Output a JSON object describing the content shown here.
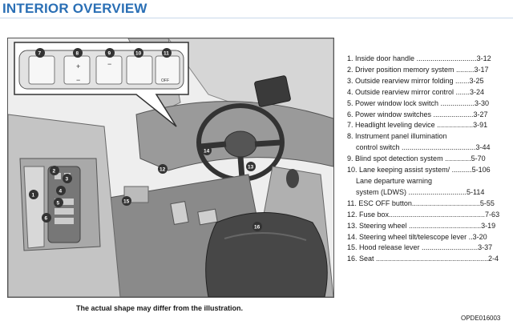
{
  "page": {
    "title": "INTERIOR OVERVIEW",
    "caption": "The actual shape may differ from the illustration.",
    "image_code": "OPDE016003"
  },
  "illustration": {
    "callouts": {
      "c1": "1",
      "c2": "2",
      "c3": "3",
      "c4": "4",
      "c5": "5",
      "c6": "6",
      "c7": "7",
      "c8": "8",
      "c9": "9",
      "c10": "10",
      "c11": "11",
      "c12": "12",
      "c13": "13",
      "c14": "14",
      "c15": "15",
      "c16": "16"
    },
    "switch_text": "OFF"
  },
  "legend": {
    "items": [
      {
        "line1": "1. Inside door handle ..............................3-12"
      },
      {
        "line1": "2. Driver position memory system .........3-17"
      },
      {
        "line1": "3. Outside rearview mirror folding .......3-25"
      },
      {
        "line1": "4. Outside rearview mirror control .......3-24"
      },
      {
        "line1": "5. Power window lock switch .................3-30"
      },
      {
        "line1": "6. Power window switches ....................3-27"
      },
      {
        "line1": "7. Headlight leveling device ..................3-91"
      },
      {
        "line1": "8. Instrument panel illumination",
        "line2": "control switch .....................................3-44"
      },
      {
        "line1": "9. Blind spot detection system .............5-70"
      },
      {
        "line1": "10. Lane keeping assist system/ ..........5-106",
        "line2": "Lane departure warning",
        "line3": "system (LDWS) .............................5-114"
      },
      {
        "line1": "11. ESC OFF button..................................5-55"
      },
      {
        "line1": "12. Fuse box................................................7-63"
      },
      {
        "line1": "13. Steering wheel ....................................3-19"
      },
      {
        "line1": "14. Steering wheel tilt/telescope lever ..3-20"
      },
      {
        "line1": "15. Hood release lever ............................3-37"
      },
      {
        "line1": "16. Seat ........................................................2-4"
      }
    ]
  },
  "colors": {
    "title": "#2a6fb5",
    "callout_fill": "#333333",
    "line_art": "#555555"
  }
}
